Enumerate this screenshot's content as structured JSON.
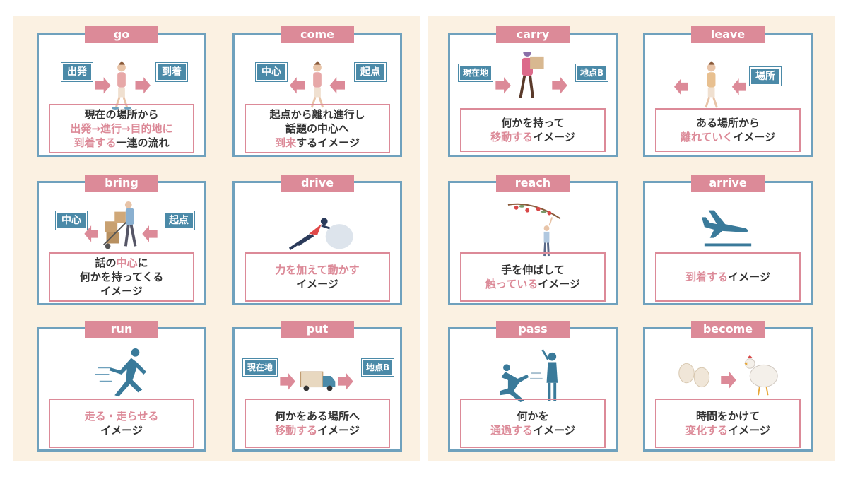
{
  "cards": {
    "go": {
      "tag": "go",
      "from": "出発",
      "to": "到着",
      "l1": "現在の場所から",
      "l2a": "出発→進行→目的地に",
      "l3a": "到着する",
      "l3b": "一連の流れ"
    },
    "come": {
      "tag": "come",
      "left": "中心",
      "right": "起点",
      "l1": "起点から離れ進行し",
      "l2": "話題の中心へ",
      "l3a": "到来",
      "l3b": "するイメージ"
    },
    "carry": {
      "tag": "carry",
      "from": "現在地",
      "to": "地点B",
      "l1": "何かを持って",
      "l2a": "移動する",
      "l2b": "イメージ"
    },
    "leave": {
      "tag": "leave",
      "right": "場所",
      "l1": "ある場所から",
      "l2a": "離れていく",
      "l2b": "イメージ"
    },
    "bring": {
      "tag": "bring",
      "left": "中心",
      "right": "起点",
      "l1a": "話の",
      "l1b": "中心",
      "l1c": "に",
      "l2": "何かを持ってくる",
      "l3": "イメージ"
    },
    "drive": {
      "tag": "drive",
      "l1": "力を加えて動かす",
      "l2": "イメージ"
    },
    "reach": {
      "tag": "reach",
      "l1": "手を伸ばして",
      "l2a": "触っている",
      "l2b": "イメージ"
    },
    "arrive": {
      "tag": "arrive",
      "l1a": "到着する",
      "l1b": "イメージ"
    },
    "run": {
      "tag": "run",
      "l1": "走る・走らせる",
      "l2": "イメージ"
    },
    "put": {
      "tag": "put",
      "from": "現在地",
      "to": "地点B",
      "l1": "何かをある場所へ",
      "l2a": "移動する",
      "l2b": "イメージ"
    },
    "pass": {
      "tag": "pass",
      "l1": "何かを",
      "l2a": "通過する",
      "l2b": "イメージ"
    },
    "become": {
      "tag": "become",
      "l1": "時間をかけて",
      "l2a": "変化する",
      "l2b": "イメージ"
    }
  },
  "colors": {
    "border_blue": "#6fa1bd",
    "box_blue": "#4b8aa8",
    "pink": "#dc8a98",
    "panel": "#fbf1e2"
  }
}
